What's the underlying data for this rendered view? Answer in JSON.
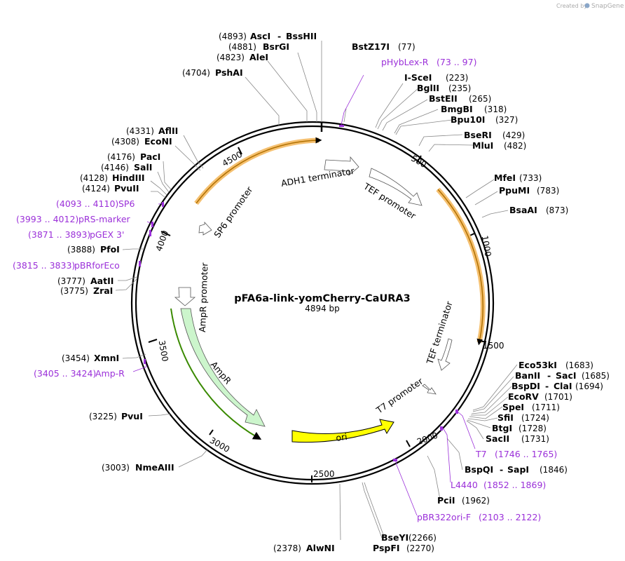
{
  "title": "pFA6a-link-yomCherry-CaURA3",
  "length": "4894 bp",
  "brand": {
    "created_by": "Created by",
    "name": "SnapGene"
  },
  "ticks": [
    "500",
    "1000",
    "1500",
    "2000",
    "2500",
    "3000",
    "3500",
    "4000",
    "4500"
  ],
  "features": {
    "sp6_promoter": "SP6 promoter",
    "adh1_terminator": "ADH1 terminator",
    "tef_promoter": "TEF promoter",
    "ampr_promoter": "AmpR promoter",
    "ampr": "AmpR",
    "tef_terminator": "TEF terminator",
    "t7_promoter": "T7 promoter",
    "ori": "ori"
  },
  "sites": {
    "asci": {
      "pos": "(4893)",
      "name": "AscI",
      "name2": "BssHII"
    },
    "bsrgi": {
      "pos": "(4881)",
      "name": "BsrGI"
    },
    "alei": {
      "pos": "(4823)",
      "name": "AleI"
    },
    "pshai": {
      "pos": "(4704)",
      "name": "PshAI"
    },
    "aflii": {
      "pos": "(4331)",
      "name": "AflII"
    },
    "econi": {
      "pos": "(4308)",
      "name": "EcoNI"
    },
    "paci": {
      "pos": "(4176)",
      "name": "PacI"
    },
    "sali": {
      "pos": "(4146)",
      "name": "SalI"
    },
    "hindiii": {
      "pos": "(4128)",
      "name": "HindIII"
    },
    "pvuii": {
      "pos": "(4124)",
      "name": "PvuII"
    },
    "pfoi": {
      "pos": "(3888)",
      "name": "PfoI"
    },
    "aatii": {
      "pos": "(3777)",
      "name": "AatII"
    },
    "zrai": {
      "pos": "(3775)",
      "name": "ZraI"
    },
    "xmni": {
      "pos": "(3454)",
      "name": "XmnI"
    },
    "pvui": {
      "pos": "(3225)",
      "name": "PvuI"
    },
    "nmeaiii": {
      "pos": "(3003)",
      "name": "NmeAIII"
    },
    "alwni": {
      "pos": "(2378)",
      "name": "AlwNI"
    },
    "bz17i": {
      "pos": "(77)",
      "name": "BstZ17I"
    },
    "iscei": {
      "pos": "(223)",
      "name": "I-SceI"
    },
    "bglii": {
      "pos": "(235)",
      "name": "BglII"
    },
    "bsteii": {
      "pos": "(265)",
      "name": "BstEII"
    },
    "bmgbi": {
      "pos": "(318)",
      "name": "BmgBI"
    },
    "bpu10i": {
      "pos": "(327)",
      "name": "Bpu10I"
    },
    "bseri": {
      "pos": "(429)",
      "name": "BseRI"
    },
    "mlui": {
      "pos": "(482)",
      "name": "MluI"
    },
    "mfei": {
      "pos": "(733)",
      "name": "MfeI"
    },
    "ppumi": {
      "pos": "(783)",
      "name": "PpuMI"
    },
    "bsaai": {
      "pos": "(873)",
      "name": "BsaAI"
    },
    "eco53ki": {
      "pos": "(1683)",
      "name": "Eco53kI"
    },
    "banii": {
      "pos": "(1685)",
      "name": "BanII",
      "name2": "SacI"
    },
    "bspdi": {
      "pos": "(1694)",
      "name": "BspDI",
      "name2": "ClaI"
    },
    "ecorv": {
      "pos": "(1701)",
      "name": "EcoRV"
    },
    "spei": {
      "pos": "(1711)",
      "name": "SpeI"
    },
    "sfii": {
      "pos": "(1724)",
      "name": "SfiI"
    },
    "btgi": {
      "pos": "(1728)",
      "name": "BtgI"
    },
    "sacii": {
      "pos": "(1731)",
      "name": "SacII"
    },
    "bspqi": {
      "pos": "(1846)",
      "name": "BspQI",
      "name2": "SapI"
    },
    "pcii": {
      "pos": "(1962)",
      "name": "PciI"
    },
    "bseyi": {
      "pos": "(2266)",
      "name": "BseYI"
    },
    "pspfi": {
      "pos": "(2270)",
      "name": "PspFI"
    }
  },
  "primers": {
    "phyblex": {
      "name": "pHybLex-R",
      "range": "(73 .. 97)"
    },
    "sp6": {
      "name": "SP6",
      "range": "(4093 .. 4110)"
    },
    "prs": {
      "name": "pRS-marker",
      "range": "(3993 .. 4012)"
    },
    "pgex": {
      "name": "pGEX 3'",
      "range": "(3871 .. 3893)"
    },
    "pbrforeco": {
      "name": "pBRforEco",
      "range": "(3815 .. 3833)"
    },
    "ampr": {
      "name": "Amp-R",
      "range": "(3405 .. 3424)"
    },
    "t7": {
      "name": "T7",
      "range": "(1746 .. 1765)"
    },
    "l4440": {
      "name": "L4440",
      "range": "(1852 .. 1869)"
    },
    "pbr322ori": {
      "name": "pBR322ori-F",
      "range": "(2103 .. 2122)"
    }
  },
  "colors": {
    "primer": "#9b30d9",
    "ampr_fill": "#ccf5cc",
    "ampr_edge": "#3a8a00",
    "ori_fill": "#ffff00",
    "orange_glow": "#f0a030"
  }
}
